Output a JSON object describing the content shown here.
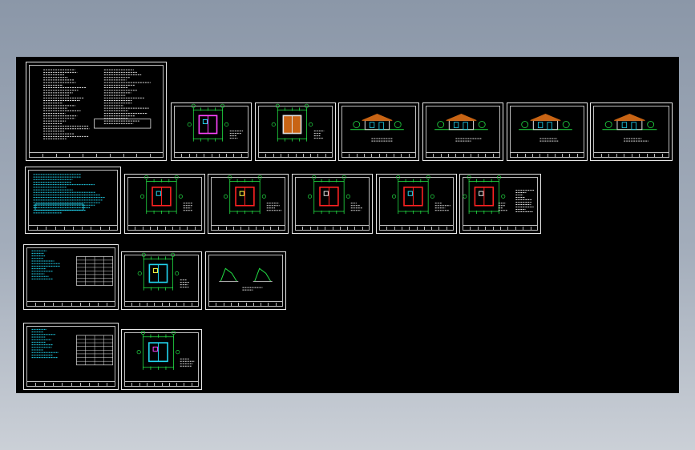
{
  "viewport": {
    "background_colors": [
      "#8b97a8",
      "#cbd0d7"
    ],
    "model_space_color": "#000000"
  },
  "sheets": {
    "row1": [
      "notes",
      "site-plan",
      "roof-plan",
      "elevation-1",
      "elevation-2",
      "elevation-3",
      "section"
    ],
    "row2": [
      "notes-cyan",
      "floor-plan-1",
      "floor-plan-2",
      "floor-plan-3",
      "floor-plan-4",
      "detail-plan"
    ],
    "row3": [
      "table-sheet",
      "plan-cyan",
      "detail-drawings"
    ],
    "row4": [
      "table-sheet-2",
      "plan-cyan-2"
    ]
  },
  "drawing_colors": {
    "border": "#e8e8e8",
    "green": "#22dd44",
    "red": "#ff2222",
    "orange": "#c86414",
    "cyan": "#22d6f0",
    "white": "#e0e0e0",
    "magenta": "#ff44ff",
    "yellow": "#ffff44"
  }
}
